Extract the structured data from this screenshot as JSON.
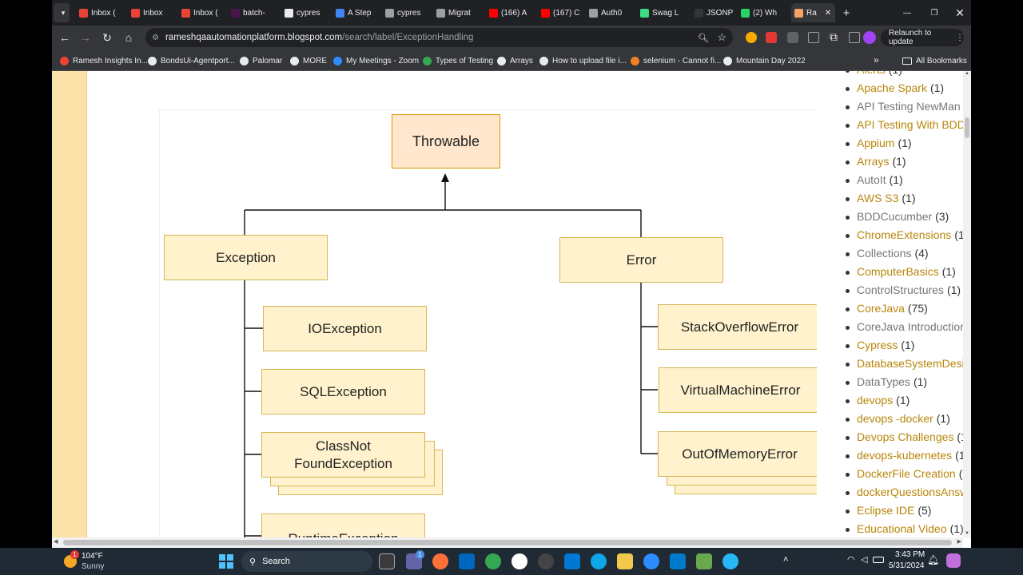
{
  "tabs": [
    {
      "label": "Inbox (",
      "color": "#ea4335"
    },
    {
      "label": "Inbox",
      "color": "#ea4335"
    },
    {
      "label": "Inbox (",
      "color": "#ea4335"
    },
    {
      "label": "batch-",
      "color": "#4a154b"
    },
    {
      "label": "cypres",
      "color": "#e8eaed"
    },
    {
      "label": "A Step",
      "color": "#4285f4"
    },
    {
      "label": "cypres",
      "color": "#9aa0a6"
    },
    {
      "label": "Migrat",
      "color": "#9aa0a6"
    },
    {
      "label": "(166) A",
      "color": "#ff0000"
    },
    {
      "label": "(167) C",
      "color": "#ff0000"
    },
    {
      "label": "Auth0",
      "color": "#9aa0a6"
    },
    {
      "label": "Swag L",
      "color": "#3ddc84"
    },
    {
      "label": "JSONP",
      "color": "#35363a"
    },
    {
      "label": "(2) Wh",
      "color": "#25d366"
    },
    {
      "label": "Ra",
      "color": "#f4a261"
    }
  ],
  "toolbar": {
    "url_host": "rameshqaautomationplatform.blogspot.com",
    "url_path": "/search/label/ExceptionHandling",
    "relaunch_label": "Relaunch to update"
  },
  "bookmarks": [
    {
      "label": "Ramesh Insights In...",
      "color": "#ea4335"
    },
    {
      "label": "BondsUi-Agentport...",
      "color": "#e8eaed"
    },
    {
      "label": "Palomar",
      "color": "#e8eaed"
    },
    {
      "label": "MORE",
      "color": "#e8eaed"
    },
    {
      "label": "My Meetings - Zoom",
      "color": "#2d8cff"
    },
    {
      "label": "Types of Testing",
      "color": "#34a853"
    },
    {
      "label": "Arrays",
      "color": "#e8eaed"
    },
    {
      "label": "How to upload file i...",
      "color": "#e8eaed"
    },
    {
      "label": "selenium - Cannot fi...",
      "color": "#f48024"
    },
    {
      "label": "Mountain Day 2022",
      "color": "#e8eaed"
    }
  ],
  "all_bookmarks": "All Bookmarks",
  "diagram": {
    "throwable": "Throwable",
    "exception": "Exception",
    "error": "Error",
    "ioexception": "IOException",
    "sqlexception": "SQLException",
    "classnotfound_line1": "ClassNot",
    "classnotfound_line2": "FoundException",
    "runtimeexception": "RuntimeException",
    "stackoverflow": "StackOverflowError",
    "virtualmachine": "VirtualMachineError",
    "outofmemory": "OutOfMemoryError"
  },
  "labels": [
    {
      "name": "Alerts",
      "count": "(1)",
      "style": "gold"
    },
    {
      "name": "Apache Spark",
      "count": "(1)",
      "style": "gold"
    },
    {
      "name": "API Testing NewMan",
      "count": "(",
      "style": "grey"
    },
    {
      "name": "API Testing With BDD",
      "count": "",
      "style": "gold"
    },
    {
      "name": "Appium",
      "count": "(1)",
      "style": "gold"
    },
    {
      "name": "Arrays",
      "count": "(1)",
      "style": "gold"
    },
    {
      "name": "AutoIt",
      "count": "(1)",
      "style": "grey"
    },
    {
      "name": "AWS S3",
      "count": "(1)",
      "style": "gold"
    },
    {
      "name": "BDDCucumber",
      "count": "(3)",
      "style": "grey"
    },
    {
      "name": "ChromeExtensions",
      "count": "(1",
      "style": "gold"
    },
    {
      "name": "Collections",
      "count": "(4)",
      "style": "grey"
    },
    {
      "name": "ComputerBasics",
      "count": "(1)",
      "style": "gold"
    },
    {
      "name": "ControlStructures",
      "count": "(1)",
      "style": "grey"
    },
    {
      "name": "CoreJava",
      "count": "(75)",
      "style": "gold"
    },
    {
      "name": "CoreJava Introduction",
      "count": "",
      "style": "grey"
    },
    {
      "name": "Cypress",
      "count": "(1)",
      "style": "gold"
    },
    {
      "name": "DatabaseSystemDesi",
      "count": "",
      "style": "gold"
    },
    {
      "name": "DataTypes",
      "count": "(1)",
      "style": "grey"
    },
    {
      "name": "devops",
      "count": "(1)",
      "style": "gold"
    },
    {
      "name": "devops -docker",
      "count": "(1)",
      "style": "gold"
    },
    {
      "name": "Devops Challenges",
      "count": "(1",
      "style": "gold"
    },
    {
      "name": "devops-kubernetes",
      "count": "(1",
      "style": "gold"
    },
    {
      "name": "DockerFile Creation",
      "count": "(",
      "style": "gold"
    },
    {
      "name": "dockerQuestionsAnsw",
      "count": "",
      "style": "gold"
    },
    {
      "name": "Eclipse IDE",
      "count": "(5)",
      "style": "gold"
    },
    {
      "name": "Educational Video",
      "count": "(1)",
      "style": "gold"
    }
  ],
  "taskbar": {
    "temp": "104°F",
    "weather": "Sunny",
    "search": "Search",
    "time": "3:43 PM",
    "date": "5/31/2024",
    "weather_badge": "1",
    "teams_badge": "1"
  },
  "colors": {
    "accent": "#b8860b",
    "box_fill": "#fff2cc",
    "box_border": "#d6b656"
  }
}
